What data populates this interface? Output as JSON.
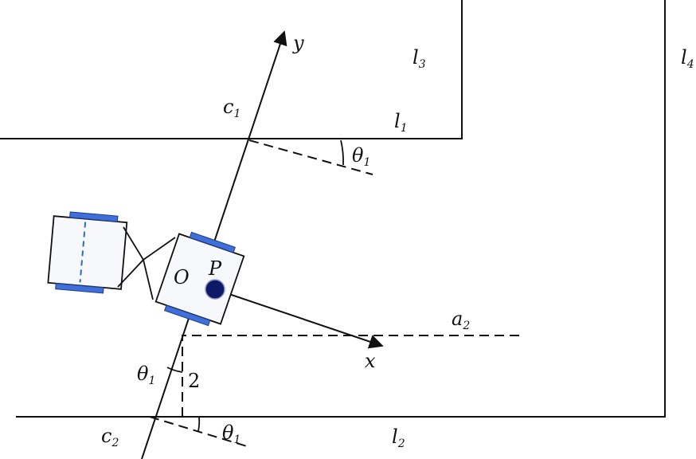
{
  "labels": {
    "axis_y": "y",
    "axis_x": "x",
    "origin": "O",
    "point_p": "P",
    "l1": "l",
    "l1_sub": "1",
    "l2": "l",
    "l2_sub": "2",
    "l3": "l",
    "l3_sub": "3",
    "l4": "l",
    "l4_sub": "4",
    "c1": "c",
    "c1_sub": "1",
    "c2": "c",
    "c2_sub": "2",
    "a2": "a",
    "a2_sub": "2",
    "theta_top": "θ",
    "theta_top_sub": "1",
    "theta_bottom": "θ",
    "theta_bottom_sub": "1",
    "theta_left": "θ",
    "theta_left_sub": "1",
    "distance": "2"
  },
  "colors": {
    "line": "#111111",
    "wheel": "#3f6fd8",
    "wheel_edge": "#1d3c8c",
    "point_p": "#0f1a66",
    "axle": "#2b6cc9",
    "body_fill": "#f7f8fc"
  }
}
